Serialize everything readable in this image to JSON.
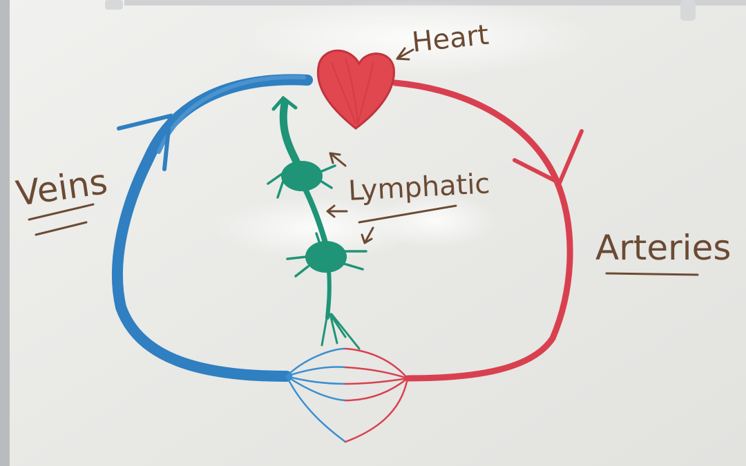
{
  "labels": {
    "heart": "Heart",
    "veins": "Veins",
    "arteries": "Arteries",
    "lymphatic": "Lymphatic"
  },
  "colors": {
    "vein": "#2f7fc1",
    "artery": "#d9404f",
    "heart": "#e0474f",
    "lymph": "#1f9477",
    "ink": "#6b4a33",
    "board": "#eeeeec"
  }
}
